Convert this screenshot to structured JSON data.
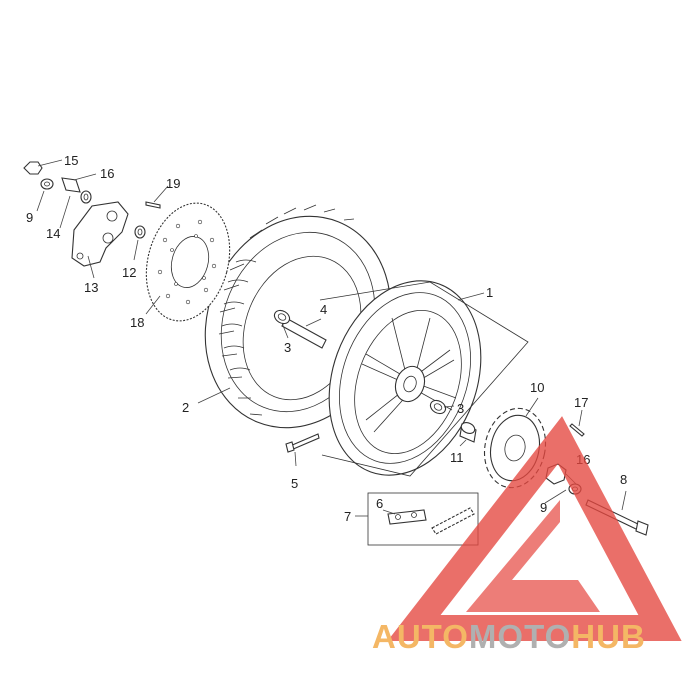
{
  "callouts": {
    "c1": "1",
    "c2": "2",
    "c3a": "3",
    "c3b": "3",
    "c4": "4",
    "c5": "5",
    "c6": "6",
    "c7": "7",
    "c8": "8",
    "c9a": "9",
    "c9b": "9",
    "c10": "10",
    "c11": "11",
    "c12": "12",
    "c13": "13",
    "c14": "14",
    "c15": "15",
    "c16a": "16",
    "c16b": "16",
    "c17": "17",
    "c18": "18",
    "c19": "19"
  },
  "watermark": {
    "part1": "AUTO",
    "part2": "MOTO",
    "part3": "HUB",
    "colors": {
      "orange": "#f2a33a",
      "gray": "#9a9a9a",
      "red": "#e5473f"
    }
  }
}
